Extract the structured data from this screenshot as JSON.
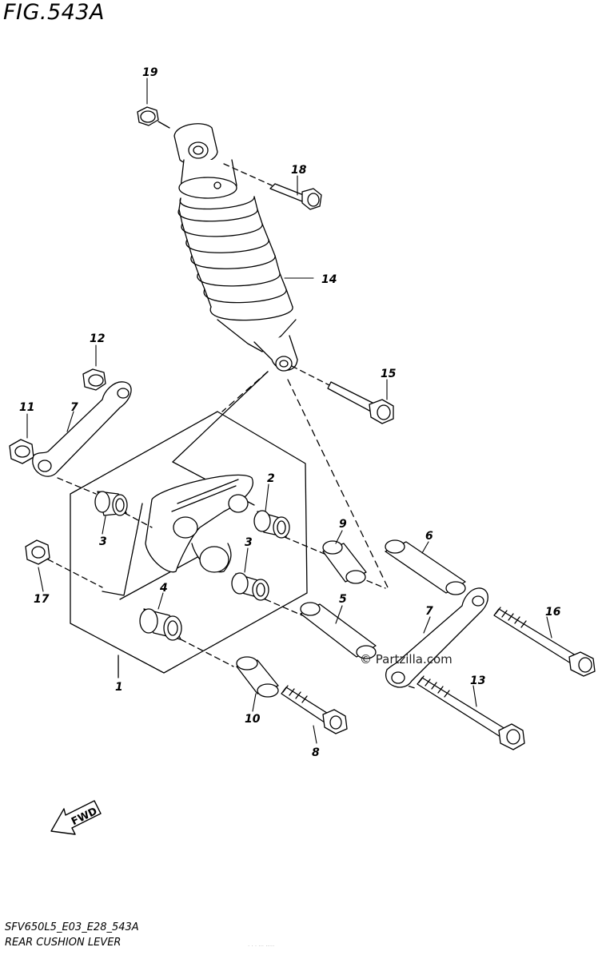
{
  "figure": {
    "title": "FIG.543A",
    "code": "SFV650L5_E03_E28_543A",
    "name": "REAR CUSHION LEVER",
    "watermark": "© Partzilla.com",
    "fwd_label": "FWD",
    "faint_text": "· · · ··· ·····"
  },
  "callouts": [
    "1",
    "2",
    "3",
    "3",
    "4",
    "5",
    "6",
    "7",
    "7",
    "8",
    "9",
    "10",
    "11",
    "12",
    "13",
    "14",
    "15",
    "16",
    "17",
    "18",
    "19"
  ]
}
